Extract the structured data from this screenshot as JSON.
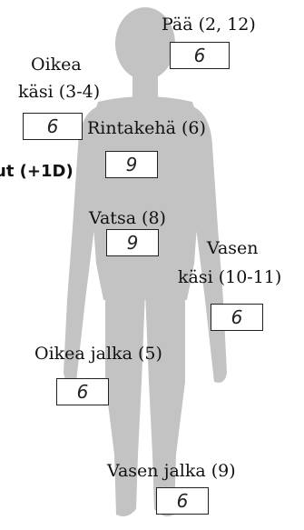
{
  "colors": {
    "silhouette": "#c3c3c3",
    "text": "#111111",
    "box_border": "#222222"
  },
  "hit_locations": [
    {
      "id": "head",
      "label": "Pää (2, 12)",
      "value": "6"
    },
    {
      "id": "right-arm",
      "label_line1": "Oikea",
      "label_line2": "käsi (3-4)",
      "value": "6"
    },
    {
      "id": "chest",
      "label": "Rintakehä (6)",
      "value": "9"
    },
    {
      "id": "stomach",
      "label": "Vatsa (8)",
      "value": "9"
    },
    {
      "id": "left-arm",
      "label_line1": "Vasen",
      "label_line2": "käsi (10-11)",
      "value": "6"
    },
    {
      "id": "right-leg",
      "label": "Oikea jalka (5)",
      "value": "6"
    },
    {
      "id": "left-leg",
      "label": "Vasen jalka (9)",
      "value": "6"
    }
  ],
  "armor_note": "ut (+1D)"
}
